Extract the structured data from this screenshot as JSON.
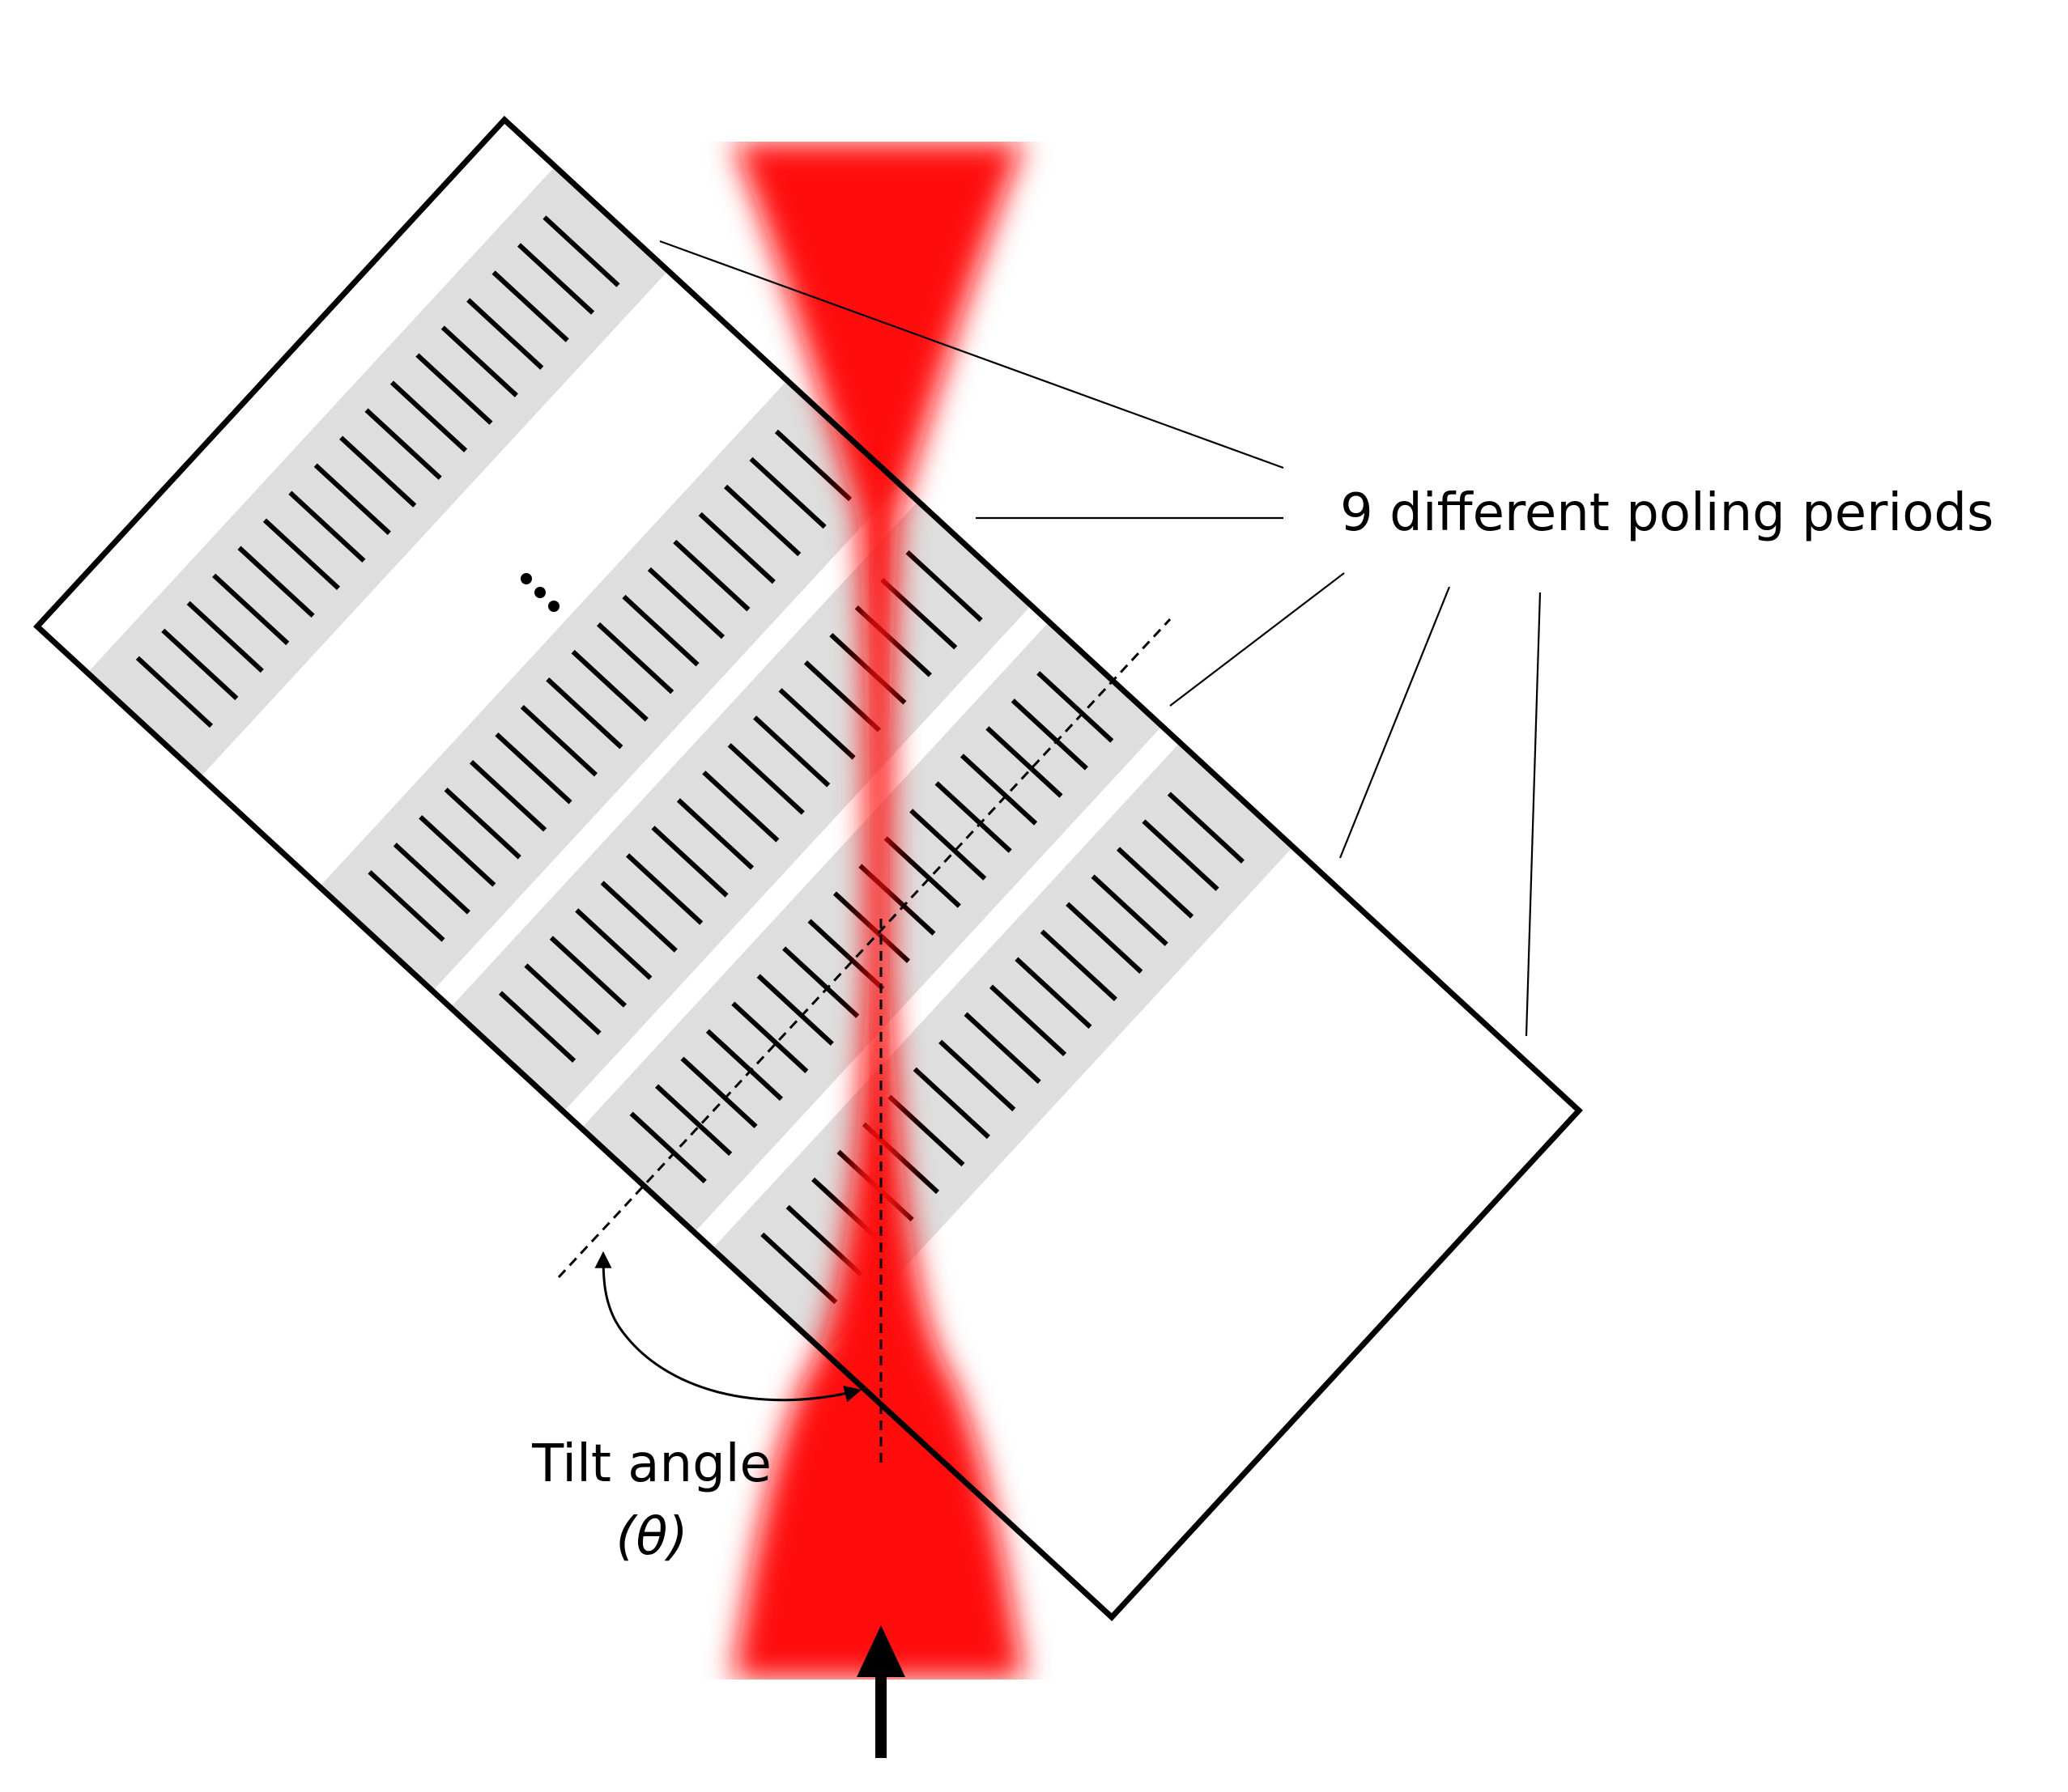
{
  "labels": {
    "periods": "9 different poling periods",
    "tilt_line1": "Tilt angle",
    "tilt_line2": "(θ)",
    "ellipsis": "..."
  },
  "colors": {
    "beam": "#ff1010",
    "grating_band": "#dedede",
    "crystal_outline": "#000000",
    "background": "#ffffff"
  },
  "structure": {
    "visible_gratings": 5,
    "poling_periods_total": 9
  }
}
